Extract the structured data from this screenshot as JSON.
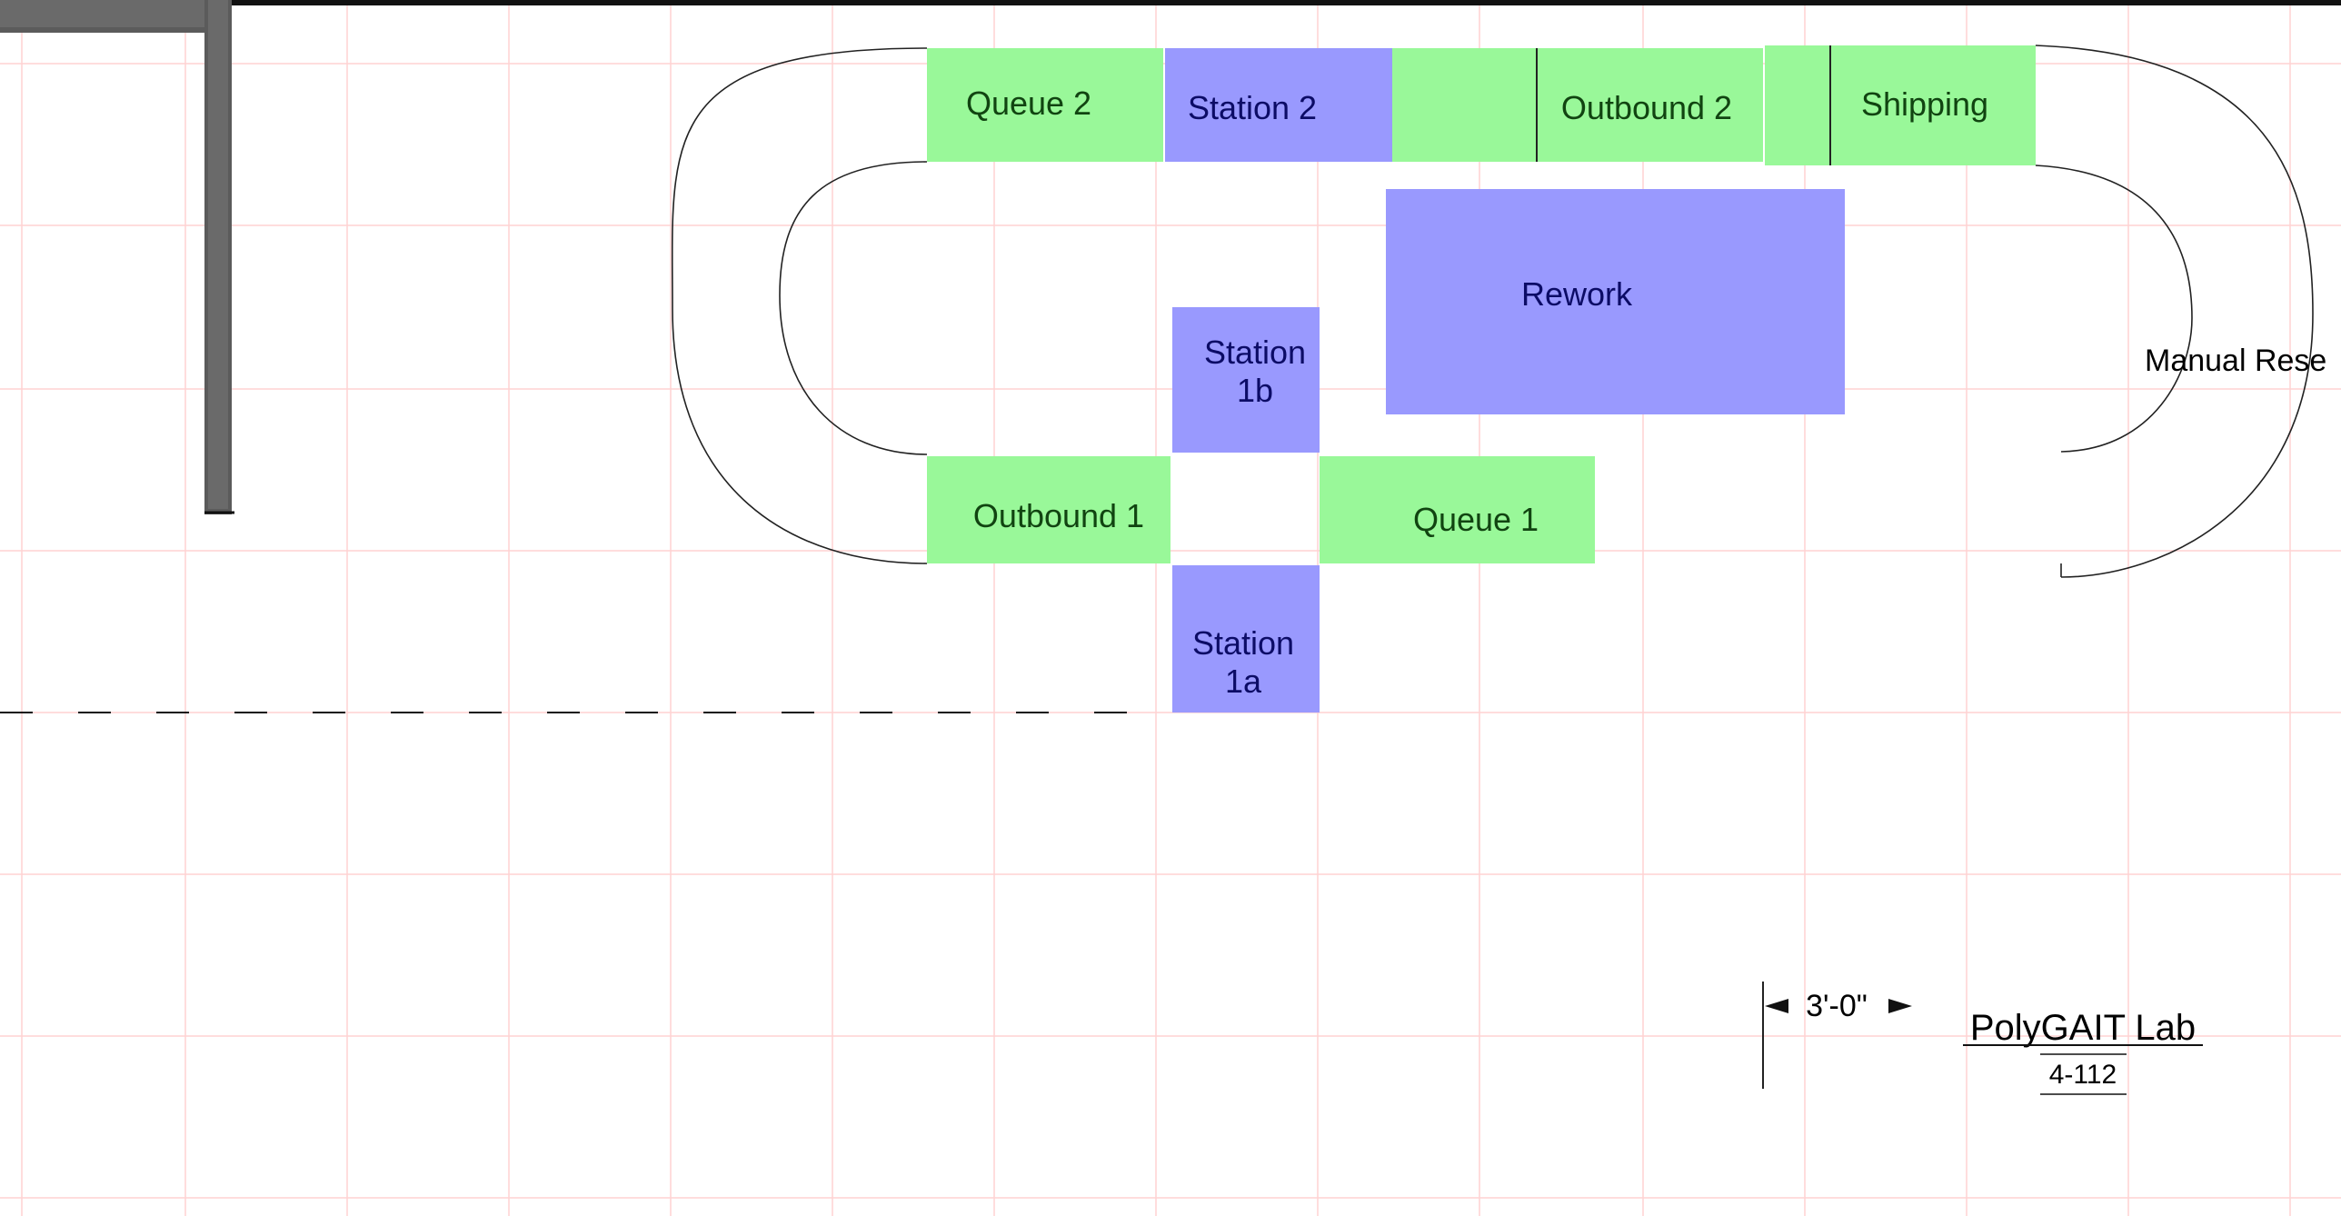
{
  "colors": {
    "conveyor_zone": "#99f899",
    "workstation": "#9999fe",
    "zone_text_green": "#114411",
    "zone_text_blue": "#0c0c66",
    "grid_line": "#ffd2d2",
    "wall": "#555555"
  },
  "zones": [
    {
      "key": "queue2",
      "label": "Queue 2",
      "kind": "conveyor"
    },
    {
      "key": "station2",
      "label": "Station 2",
      "kind": "workstation"
    },
    {
      "key": "outbound2",
      "label": "Outbound 2",
      "kind": "conveyor"
    },
    {
      "key": "shipping",
      "label": "Shipping",
      "kind": "conveyor"
    },
    {
      "key": "rework",
      "label": "Rework",
      "kind": "workstation"
    },
    {
      "key": "station1b",
      "label": "Station\n1b",
      "kind": "workstation"
    },
    {
      "key": "outbound1",
      "label": "Outbound 1",
      "kind": "conveyor"
    },
    {
      "key": "queue1",
      "label": "Queue 1",
      "kind": "conveyor"
    },
    {
      "key": "station1a",
      "label": "Station\n1a",
      "kind": "workstation"
    }
  ],
  "labels": {
    "manual_reset": "Manual Rese"
  },
  "dimension": {
    "label": "3'-0\""
  },
  "title_block": {
    "lab_name": "PolyGAIT Lab",
    "room_number": "4-112"
  }
}
